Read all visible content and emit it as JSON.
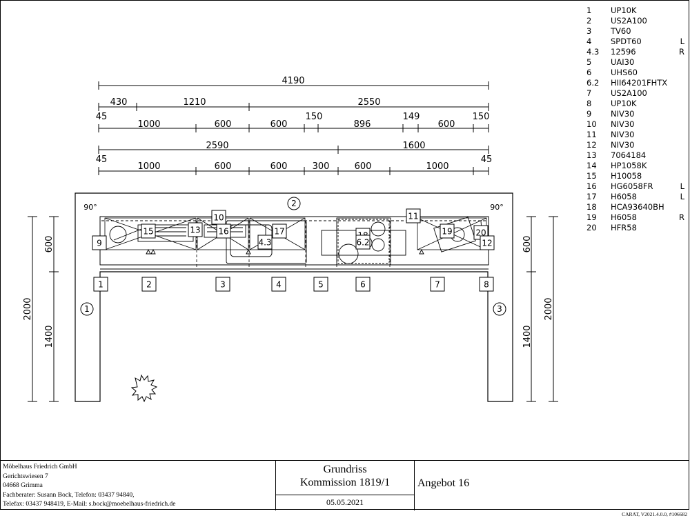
{
  "legend": [
    {
      "pos": "1",
      "code": "UP10K",
      "side": ""
    },
    {
      "pos": "2",
      "code": "US2A100",
      "side": ""
    },
    {
      "pos": "3",
      "code": "TV60",
      "side": ""
    },
    {
      "pos": "4",
      "code": "SPDT60",
      "side": "L"
    },
    {
      "pos": "4.3",
      "code": "12596",
      "side": "R"
    },
    {
      "pos": "5",
      "code": "UAI30",
      "side": ""
    },
    {
      "pos": "6",
      "code": "UHS60",
      "side": ""
    },
    {
      "pos": "6.2",
      "code": "HII64201FHTX",
      "side": ""
    },
    {
      "pos": "7",
      "code": "US2A100",
      "side": ""
    },
    {
      "pos": "8",
      "code": "UP10K",
      "side": ""
    },
    {
      "pos": "9",
      "code": "NIV30",
      "side": ""
    },
    {
      "pos": "10",
      "code": "NIV30",
      "side": ""
    },
    {
      "pos": "11",
      "code": "NIV30",
      "side": ""
    },
    {
      "pos": "12",
      "code": "NIV30",
      "side": ""
    },
    {
      "pos": "13",
      "code": "7064184",
      "side": ""
    },
    {
      "pos": "14",
      "code": "HP1058K",
      "side": ""
    },
    {
      "pos": "15",
      "code": "H10058",
      "side": ""
    },
    {
      "pos": "16",
      "code": "HG6058FR",
      "side": "L"
    },
    {
      "pos": "17",
      "code": "H6058",
      "side": "L"
    },
    {
      "pos": "18",
      "code": "HCA93640BH",
      "side": ""
    },
    {
      "pos": "19",
      "code": "H6058",
      "side": "R"
    },
    {
      "pos": "20",
      "code": "HFR58",
      "side": ""
    }
  ],
  "dimensions": {
    "overall": "4190",
    "row2": [
      "430",
      "1210",
      "2550"
    ],
    "row2_edge": "45",
    "row3": [
      "1000",
      "600",
      "600",
      "150",
      "896",
      "149",
      "600",
      "150"
    ],
    "row4": [
      "2590",
      "1600"
    ],
    "row5_edge_left": "45",
    "row5_edge_right": "45",
    "row5": [
      "1000",
      "600",
      "600",
      "300",
      "600",
      "1000"
    ],
    "left_depth": "600",
    "left_total": "2000",
    "left_rest": "1400",
    "right_depth": "600",
    "right_total": "2000",
    "right_rest": "1400"
  },
  "walls": {
    "left": "1",
    "back": "2",
    "right": "3"
  },
  "angles": {
    "left": "90°",
    "right": "90°"
  },
  "base_units": [
    "1",
    "2",
    "3",
    "4",
    "5",
    "6",
    "7",
    "8"
  ],
  "wall_units": [
    "9",
    "15",
    "13",
    "10",
    "16",
    "4.3",
    "17",
    "18",
    "6.2",
    "11",
    "19",
    "20",
    "12"
  ],
  "company": [
    "Möbelhaus Friedrich GmbH",
    "Gerichtswiesen 7",
    "04668 Grimma",
    "Fachberater: Susann Bock, Telefon: 03437 94840,",
    "Telefax: 03437 948419, E-Mail: s.bock@moebelhaus-friedrich.de"
  ],
  "title": {
    "line1": "Grundriss",
    "line2": "Kommission 1819/1",
    "date": "05.05.2021"
  },
  "offer": "Angebot 16",
  "version": "CARAT,  V2021.4.0.0,  #106682"
}
